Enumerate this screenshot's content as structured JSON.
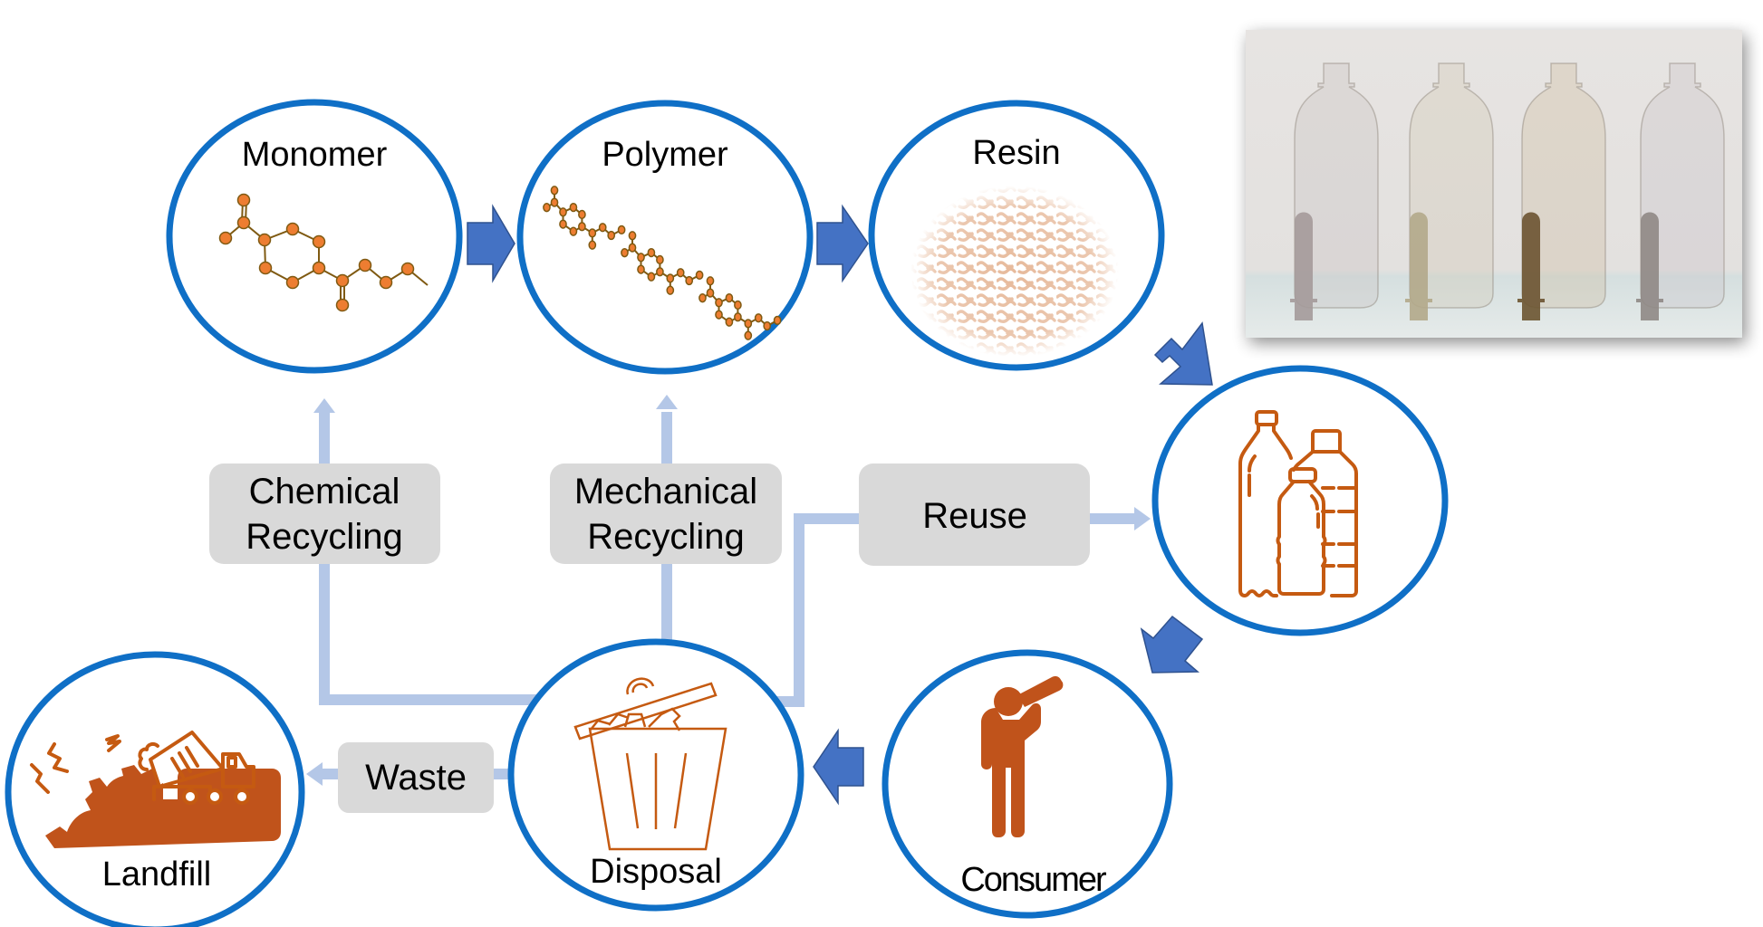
{
  "figure": {
    "title": "PET plastic bottle life cycle and recycling pathways",
    "colors": {
      "ring": "#0f6fc6",
      "flow_line": "#b4c7e7",
      "big_arrow": "#4472c4",
      "label_box": "#d9d9d9",
      "icon_orange": "#c55a11"
    }
  },
  "nodes": {
    "monomer": {
      "label": "Monomer",
      "icon": "monomer-molecule-icon"
    },
    "polymer": {
      "label": "Polymer",
      "icon": "polymer-chain-icon"
    },
    "resin": {
      "label": "Resin",
      "icon": "resin-pellets-icon"
    },
    "bottles": {
      "label": "",
      "icon": "plastic-bottles-icon"
    },
    "consumer": {
      "label": "Consumer",
      "icon": "person-drinking-icon"
    },
    "disposal": {
      "label": "Disposal",
      "icon": "trash-bin-icon"
    },
    "landfill": {
      "label": "Landfill",
      "icon": "dump-truck-landfill-icon"
    }
  },
  "pathways": {
    "chemical": {
      "line1": "Chemical",
      "line2": "Recycling"
    },
    "mechanical": {
      "line1": "Mechanical",
      "line2": "Recycling"
    },
    "reuse": {
      "label": "Reuse"
    },
    "waste": {
      "label": "Waste"
    }
  },
  "photo": {
    "description": "Four PET bottles with matching preforms in varying tints",
    "items": [
      "clear",
      "light-tint",
      "amber",
      "grey-tint"
    ]
  },
  "flow_order": [
    "Monomer",
    "Polymer",
    "Resin",
    "Bottles",
    "Consumer",
    "Disposal",
    "Landfill"
  ]
}
